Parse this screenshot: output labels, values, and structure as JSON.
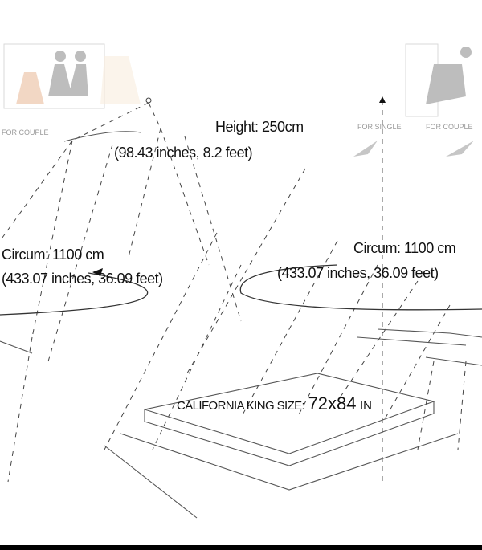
{
  "height": {
    "label": "Height: 250cm",
    "sub": "(98.43 inches, 8.2 feet)"
  },
  "circumference_left": {
    "label": "Circum: 1100 cm",
    "sub": "(433.07 inches, 36.09 feet)"
  },
  "circumference_right": {
    "label": "Circum: 1100 cm",
    "sub": "(433.07 inches, 36.09 feet)"
  },
  "bed_size": {
    "label": "CALIFORNIA KING SIZE:",
    "value": "72x84",
    "unit": "IN"
  },
  "badges": {
    "couple_left": "FOR COUPLE",
    "single": "FOR SINGLE",
    "couple_right": "FOR COUPLE"
  },
  "colors": {
    "ink": "#222222",
    "badge_gray": "#9a9a9a",
    "skin": "#e8b894"
  }
}
